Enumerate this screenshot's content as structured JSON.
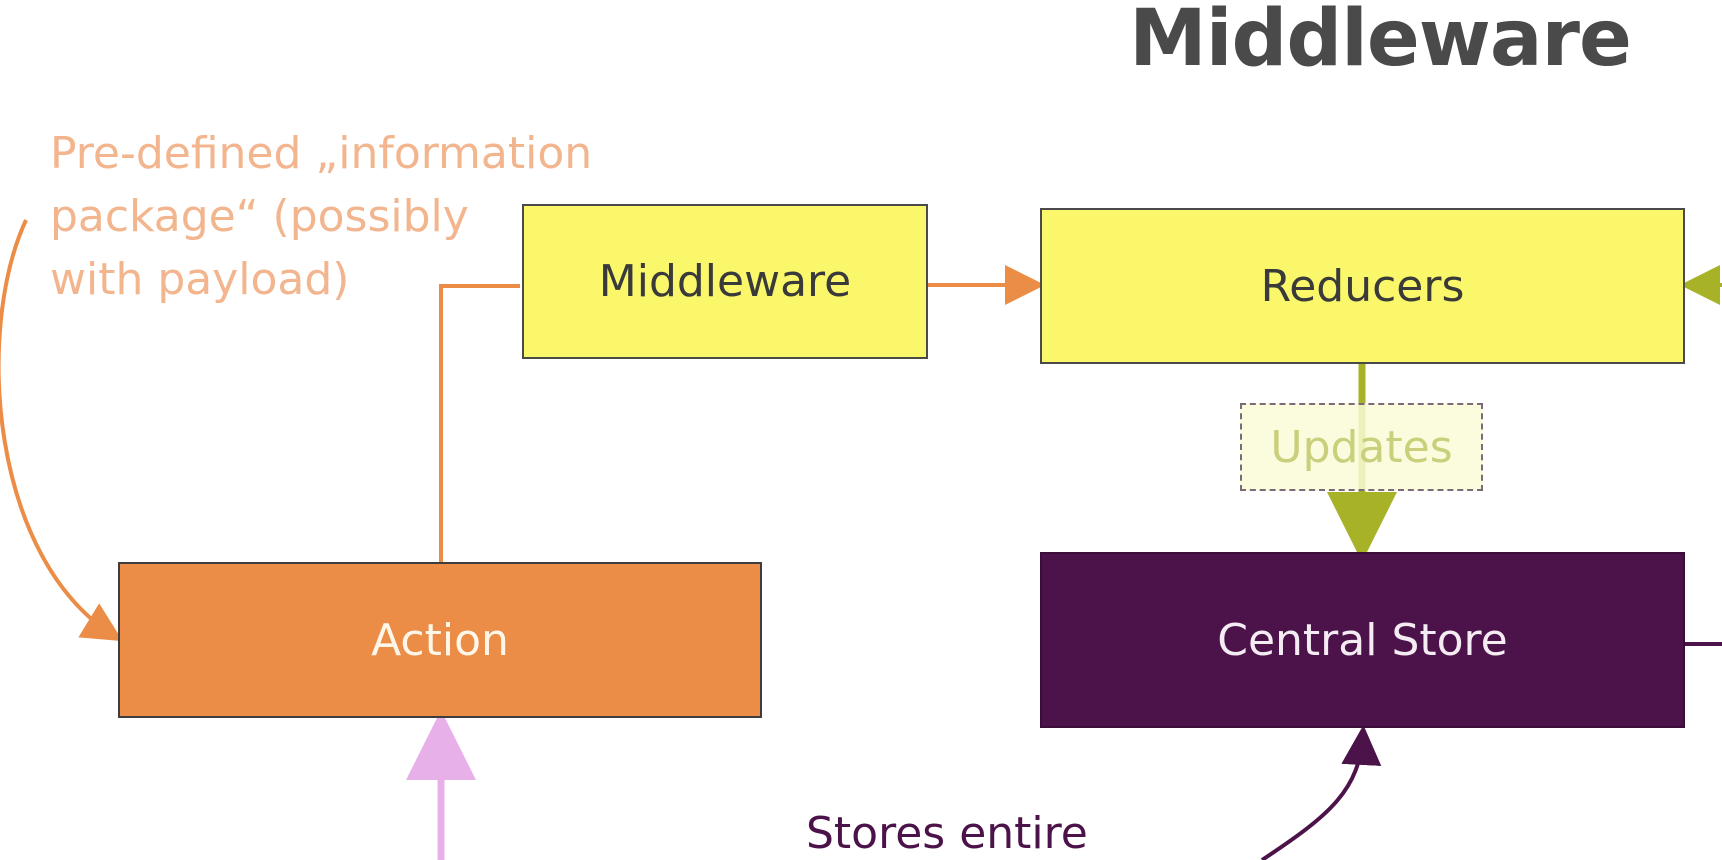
{
  "title": "Middleware",
  "nodes": {
    "middleware": "Middleware",
    "reducers": "Reducers",
    "action": "Action",
    "central_store": "Central Store"
  },
  "note": "Pre-defined „information\npackage“ (possibly\nwith payload)",
  "edge_labels": {
    "updates": "Updates",
    "stores": "Stores entire"
  },
  "colors": {
    "orange": "#eb8d47",
    "yellow": "#faf86a",
    "olive": "#a8b227",
    "purple": "#4b1349",
    "pink": "#e8b0e8",
    "title_gray": "#4a4a4a"
  }
}
